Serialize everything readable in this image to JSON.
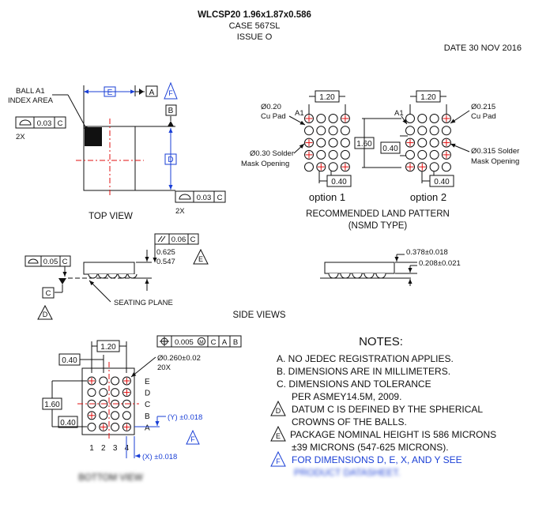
{
  "header": {
    "title": "WLCSP20 1.96x1.87x0.586",
    "case": "CASE 567SL",
    "issue": "ISSUE O",
    "date": "DATE 30 NOV 2016"
  },
  "top_view": {
    "ball_a1_line1": "BALL A1",
    "ball_a1_line2": "INDEX AREA",
    "label_E": "E",
    "label_D": "D",
    "datum_A": "A",
    "datum_B": "B",
    "datum_C": "C",
    "note_F": "F",
    "tol_top": "0.03",
    "tol_bottom": "0.03",
    "twoX_top": "2X",
    "twoX_bottom": "2X",
    "caption": "TOP VIEW"
  },
  "land_pattern": {
    "opt1_pad_line1": "Ø0.20",
    "opt1_pad_line2": "Cu Pad",
    "opt1_a1": "A1",
    "opt1_mask_line1": "Ø0.30 Solder",
    "opt1_mask_line2": "Mask Opening",
    "opt1_pitch_x": "1.20",
    "opt1_pitch_small": "0.40",
    "opt2_pad_line1": "Ø0.215",
    "opt2_pad_line2": "Cu Pad",
    "opt2_a1": "A1",
    "opt2_mask_line1": "Ø0.315 Solder",
    "opt2_mask_line2": "Mask Opening",
    "opt2_pitch_x": "1.20",
    "opt2_pitch_y": "1.60",
    "opt2_pitch_side": "0.40",
    "opt2_pitch_small": "0.40",
    "option1": "option 1",
    "option2": "option 2",
    "caption_line1": "RECOMMENDED LAND PATTERN",
    "caption_line2": "(NSMD TYPE)"
  },
  "side_views": {
    "parallel_tol": "0.06",
    "parallel_datum": "C",
    "flat_tol": "0.05",
    "flat_datum": "C",
    "height_max": "0.625",
    "height_min": "0.547",
    "note_E": "E",
    "datum_C": "C",
    "seating_plane": "SEATING PLANE",
    "note_D": "D",
    "right_top": "0.378±0.018",
    "right_bottom": "0.208±0.021",
    "caption": "SIDE VIEWS"
  },
  "bottom_view": {
    "pitch_x": "1.20",
    "pitch_small_top": "0.40",
    "pitch_y": "1.60",
    "pitch_small_side": "0.40",
    "pos_tol": "0.005",
    "pos_mod": "M",
    "pos_datum1": "C",
    "pos_datum2": "A",
    "pos_datum3": "B",
    "ball_dia": "Ø0.260±0.02",
    "ball_count": "20X",
    "rows": [
      "E",
      "D",
      "C",
      "B",
      "A"
    ],
    "cols": [
      "1",
      "2",
      "3",
      "4"
    ],
    "y_tol": "(Y) ±0.018",
    "x_tol": "(X) ±0.018",
    "note_F": "F",
    "caption": "BOTTOM VIEW"
  },
  "notes": {
    "title": "NOTES:",
    "a": "A.  NO JEDEC REGISTRATION APPLIES.",
    "b": "B.  DIMENSIONS ARE IN MILLIMETERS.",
    "c1": "C.  DIMENSIONS AND TOLERANCE",
    "c2": "PER ASMEY14.5M, 2009.",
    "d_tag": "D",
    "d1": "DATUM C IS DEFINED BY THE SPHERICAL",
    "d2": "CROWNS OF THE BALLS.",
    "e_tag": "E",
    "e1": "PACKAGE NOMINAL HEIGHT IS 586 MICRONS",
    "e2": "±39 MICRONS (547-625 MICRONS).",
    "f_tag": "F",
    "f1": "FOR DIMENSIONS D, E, X, AND Y SEE",
    "f2": "PRODUCT DATASHEET."
  }
}
